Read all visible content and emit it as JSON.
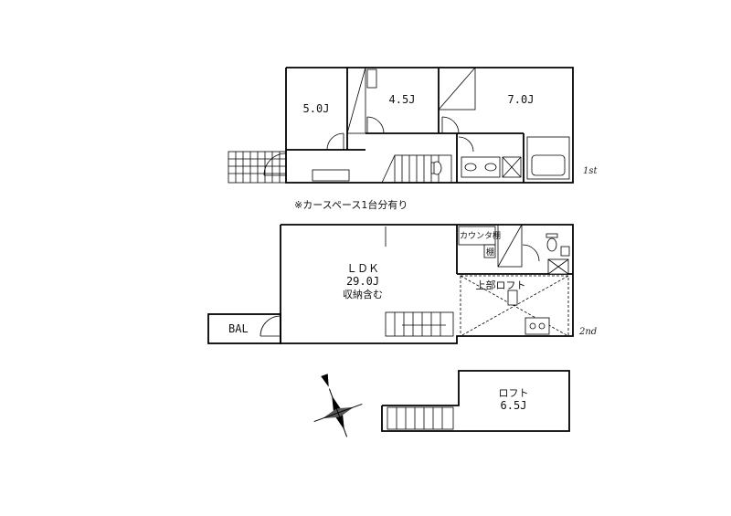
{
  "floors": {
    "first": {
      "tag": "1st",
      "rooms": [
        {
          "label": "5.0J"
        },
        {
          "label": "4.5J"
        },
        {
          "label": "7.0J"
        }
      ],
      "note": "※カースペース1台分有り"
    },
    "second": {
      "tag": "2nd",
      "ldk": {
        "line1": "ＬＤＫ",
        "line2": "29.0J",
        "line3": "収納含む"
      },
      "upper_loft": "上部ロフト",
      "counter_shelf": "カウンタ棚",
      "shelf": "棚",
      "balcony": "BAL"
    },
    "loft": {
      "line1": "ロフト",
      "line2": "6.5J"
    }
  },
  "compass": {
    "icon": "north-compass-icon"
  }
}
